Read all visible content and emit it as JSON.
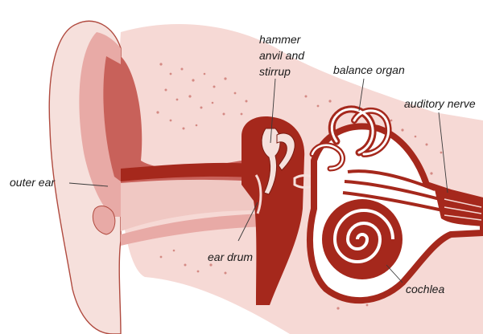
{
  "diagram": {
    "labels": {
      "outer_ear": "outer ear",
      "hammer_line1": "hammer",
      "hammer_line2": "anvil and",
      "hammer_line3": "stirrup",
      "balance_organ": "balance organ",
      "auditory_nerve": "auditory nerve",
      "ear_drum": "ear drum",
      "cochlea": "cochlea"
    },
    "colors": {
      "dark_red": "#a5281c",
      "mid_red": "#c8615a",
      "pink": "#e8aaa6",
      "light_pink": "#f6d9d5",
      "speckle": "#d48a84",
      "outline": "#b04a3f",
      "background": "#ffffff"
    }
  }
}
